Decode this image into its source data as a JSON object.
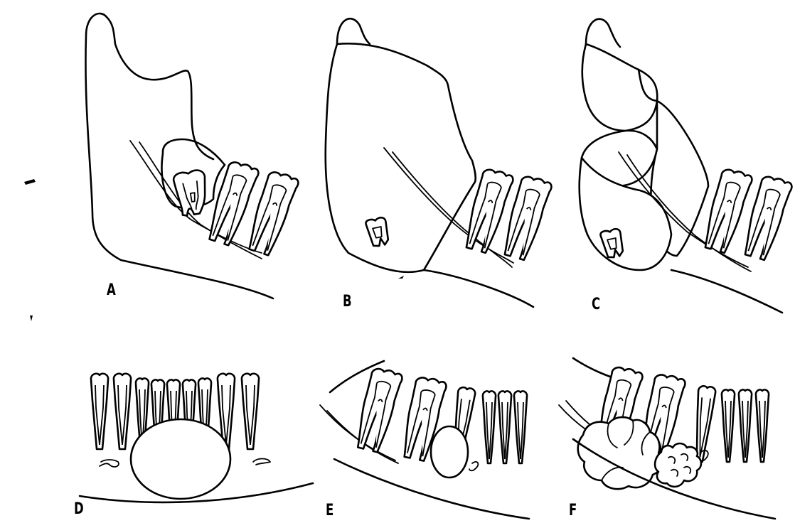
{
  "figure": {
    "panels": [
      {
        "id": "A",
        "label": "A"
      },
      {
        "id": "B",
        "label": "B"
      },
      {
        "id": "C",
        "label": "C"
      },
      {
        "id": "D",
        "label": "D"
      },
      {
        "id": "E",
        "label": "E"
      },
      {
        "id": "F",
        "label": "F"
      }
    ],
    "colors": {
      "ink": "#000000",
      "background": "#ffffff"
    }
  }
}
